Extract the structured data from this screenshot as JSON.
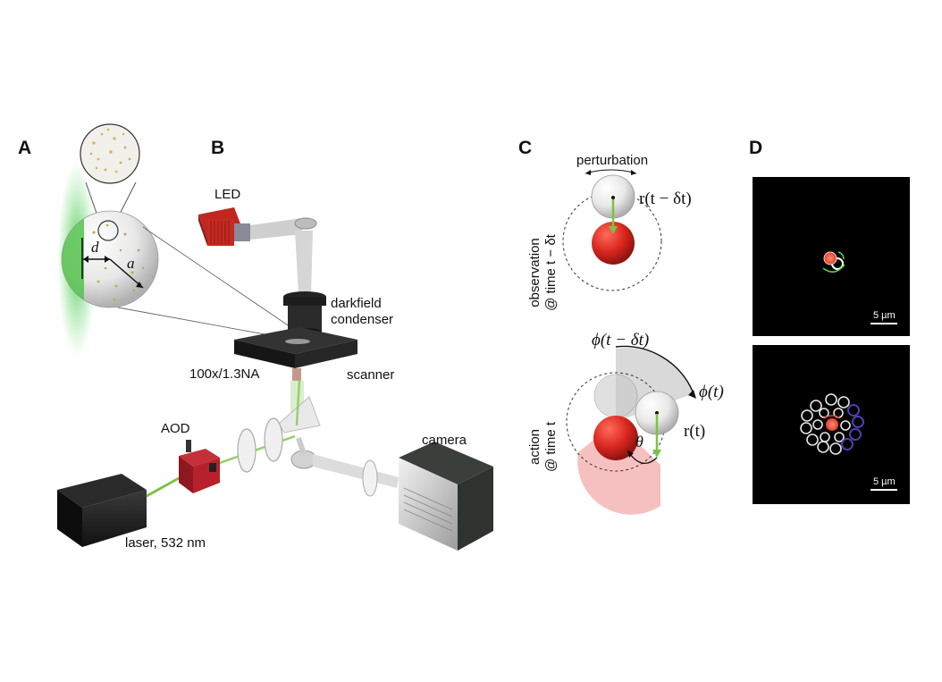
{
  "panels": {
    "a": "A",
    "b": "B",
    "c": "C",
    "d": "D"
  },
  "panel_a": {
    "d_label": "d",
    "a_label": "a"
  },
  "panel_b": {
    "led": "LED",
    "condenser_line1": "darkfield",
    "condenser_line2": "condenser",
    "objective": "100x/1.3NA",
    "scanner": "scanner",
    "aod": "AOD",
    "camera": "camera",
    "laser": "laser, 532 nm"
  },
  "panel_c": {
    "perturbation": "perturbation",
    "r_prev": "r(t − δt)",
    "obs_line1": "observation",
    "obs_line2": "@ time t − δt",
    "phi_prev": "ϕ(t − δt)",
    "phi_now": "ϕ(t)",
    "r_now": "r(t)",
    "theta": "θ",
    "act_line1": "action",
    "act_line2": "@ time t"
  },
  "panel_d": {
    "scale_top": "5 µm",
    "scale_bottom": "5 µm"
  },
  "colors": {
    "green": "#7dc242",
    "red": "#d7261e",
    "pink": "#f6b9b9",
    "gray_wedge": "#d9d9d9",
    "black_box": "#1a1a1a",
    "aod_red": "#b8202a"
  }
}
